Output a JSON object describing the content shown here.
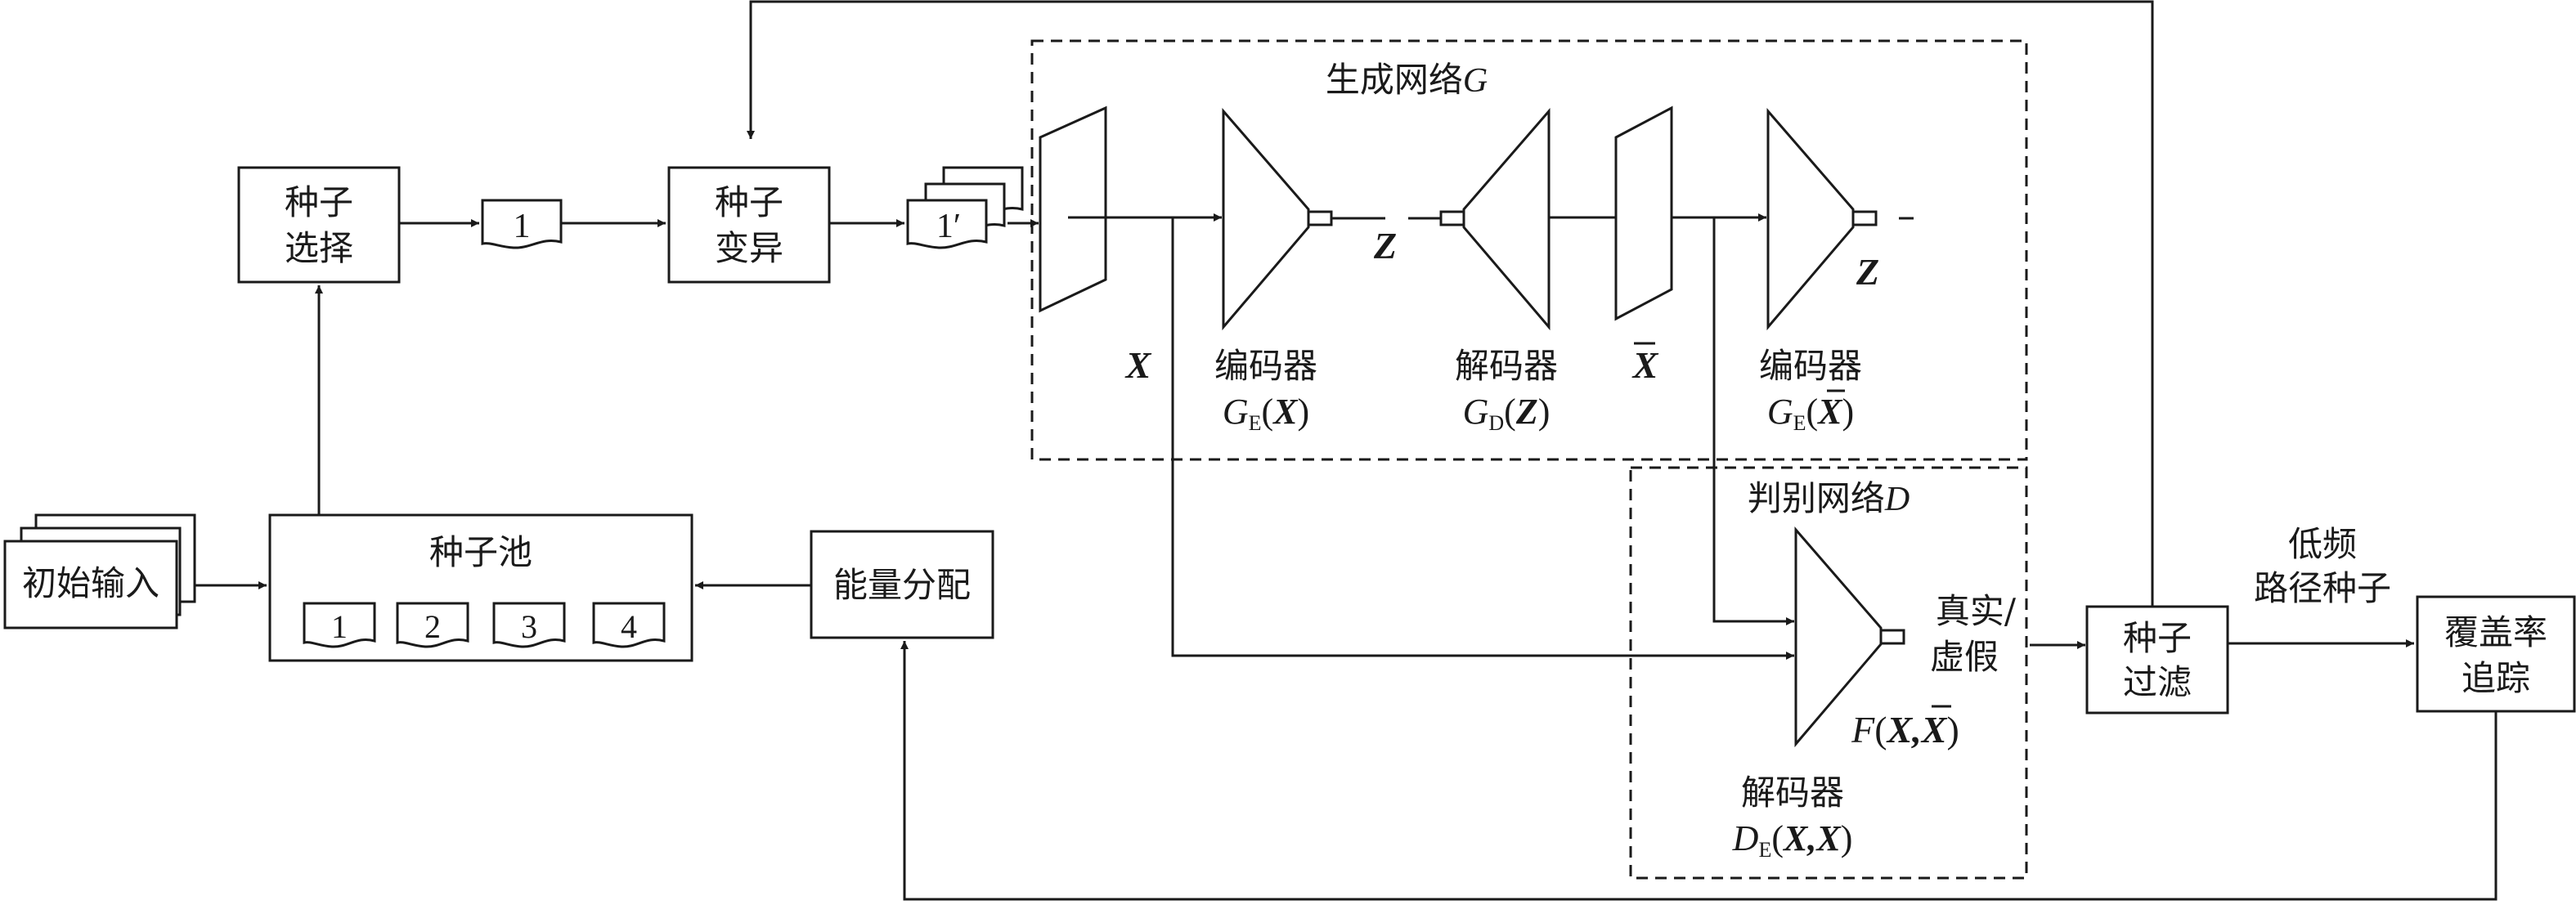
{
  "blocks": {
    "seed_select": [
      "种子",
      "选择"
    ],
    "seed_mutate": [
      "种子",
      "变异"
    ],
    "initial_input": "初始输入",
    "seed_pool": "种子池",
    "energy": "能量分配",
    "seed_filter": [
      "种子",
      "过滤"
    ],
    "coverage": [
      "覆盖率",
      "追踪"
    ]
  },
  "docs": {
    "single": "1",
    "mutated": "1′",
    "pool": [
      "1",
      "2",
      "3",
      "4"
    ]
  },
  "generator": {
    "title_cn": "生成网络",
    "title_sym": "G",
    "input_var": "X",
    "latent_var": "Z",
    "recon_var": "X",
    "latent2_var": "Z",
    "encoder1": {
      "label": "编码器",
      "fn": "G",
      "sub": "E",
      "arg": "X"
    },
    "decoder": {
      "label": "解码器",
      "fn": "G",
      "sub": "D",
      "arg": "Z"
    },
    "encoder2": {
      "label": "编码器",
      "fn": "G",
      "sub": "E",
      "arg": "X"
    }
  },
  "discriminator": {
    "title_cn": "判别网络",
    "title_sym": "D",
    "output": [
      "真实/",
      "虚假"
    ],
    "fn_name": "F",
    "fn_args": "X,X",
    "decoder": {
      "label": "解码器",
      "fn": "D",
      "sub": "E",
      "args": "X,X"
    }
  },
  "low_freq": [
    "低频",
    "路径种子"
  ]
}
